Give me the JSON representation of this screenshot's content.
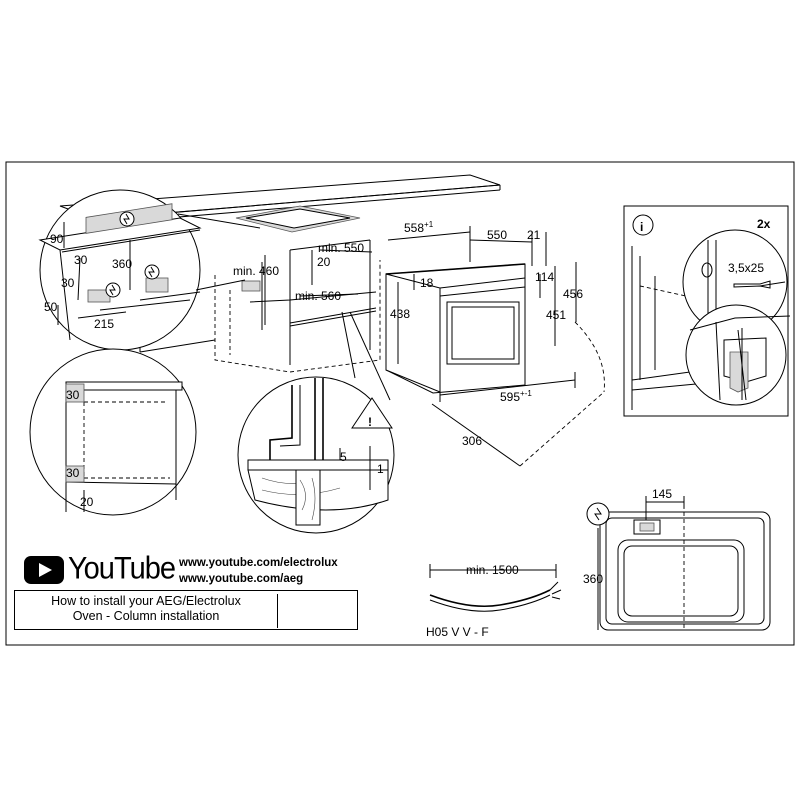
{
  "youtube": {
    "brand": "YouTube",
    "links": [
      "www.youtube.com/electrolux",
      "www.youtube.com/aeg"
    ],
    "howto_line1": "How to install your AEG/Electrolux",
    "howto_line2": "Oven - Column installation"
  },
  "dims": {
    "d90": "90",
    "d360": "360",
    "d30a": "30",
    "d30b": "30",
    "d50": "50",
    "d215": "215",
    "min460": "min. 460",
    "d20a": "20",
    "min550": "min. 550",
    "min560": "min. 560",
    "d558": "558",
    "d558sup": "+1",
    "d550": "550",
    "d21": "21",
    "d18": "18",
    "d114": "114",
    "d456": "456",
    "d438": "438",
    "d451": "451",
    "d595": "595",
    "d595sup": "+-1",
    "d306": "306",
    "d5": "5",
    "d1": "1",
    "d30c": "30",
    "d30d": "30",
    "d20b": "20",
    "d2x": "2x",
    "screw": "3,5x25",
    "d145": "145",
    "d360b": "360",
    "min1500": "min. 1500",
    "cable": "H05 V V - F"
  },
  "icons": {
    "info": "i",
    "warning": "!"
  }
}
